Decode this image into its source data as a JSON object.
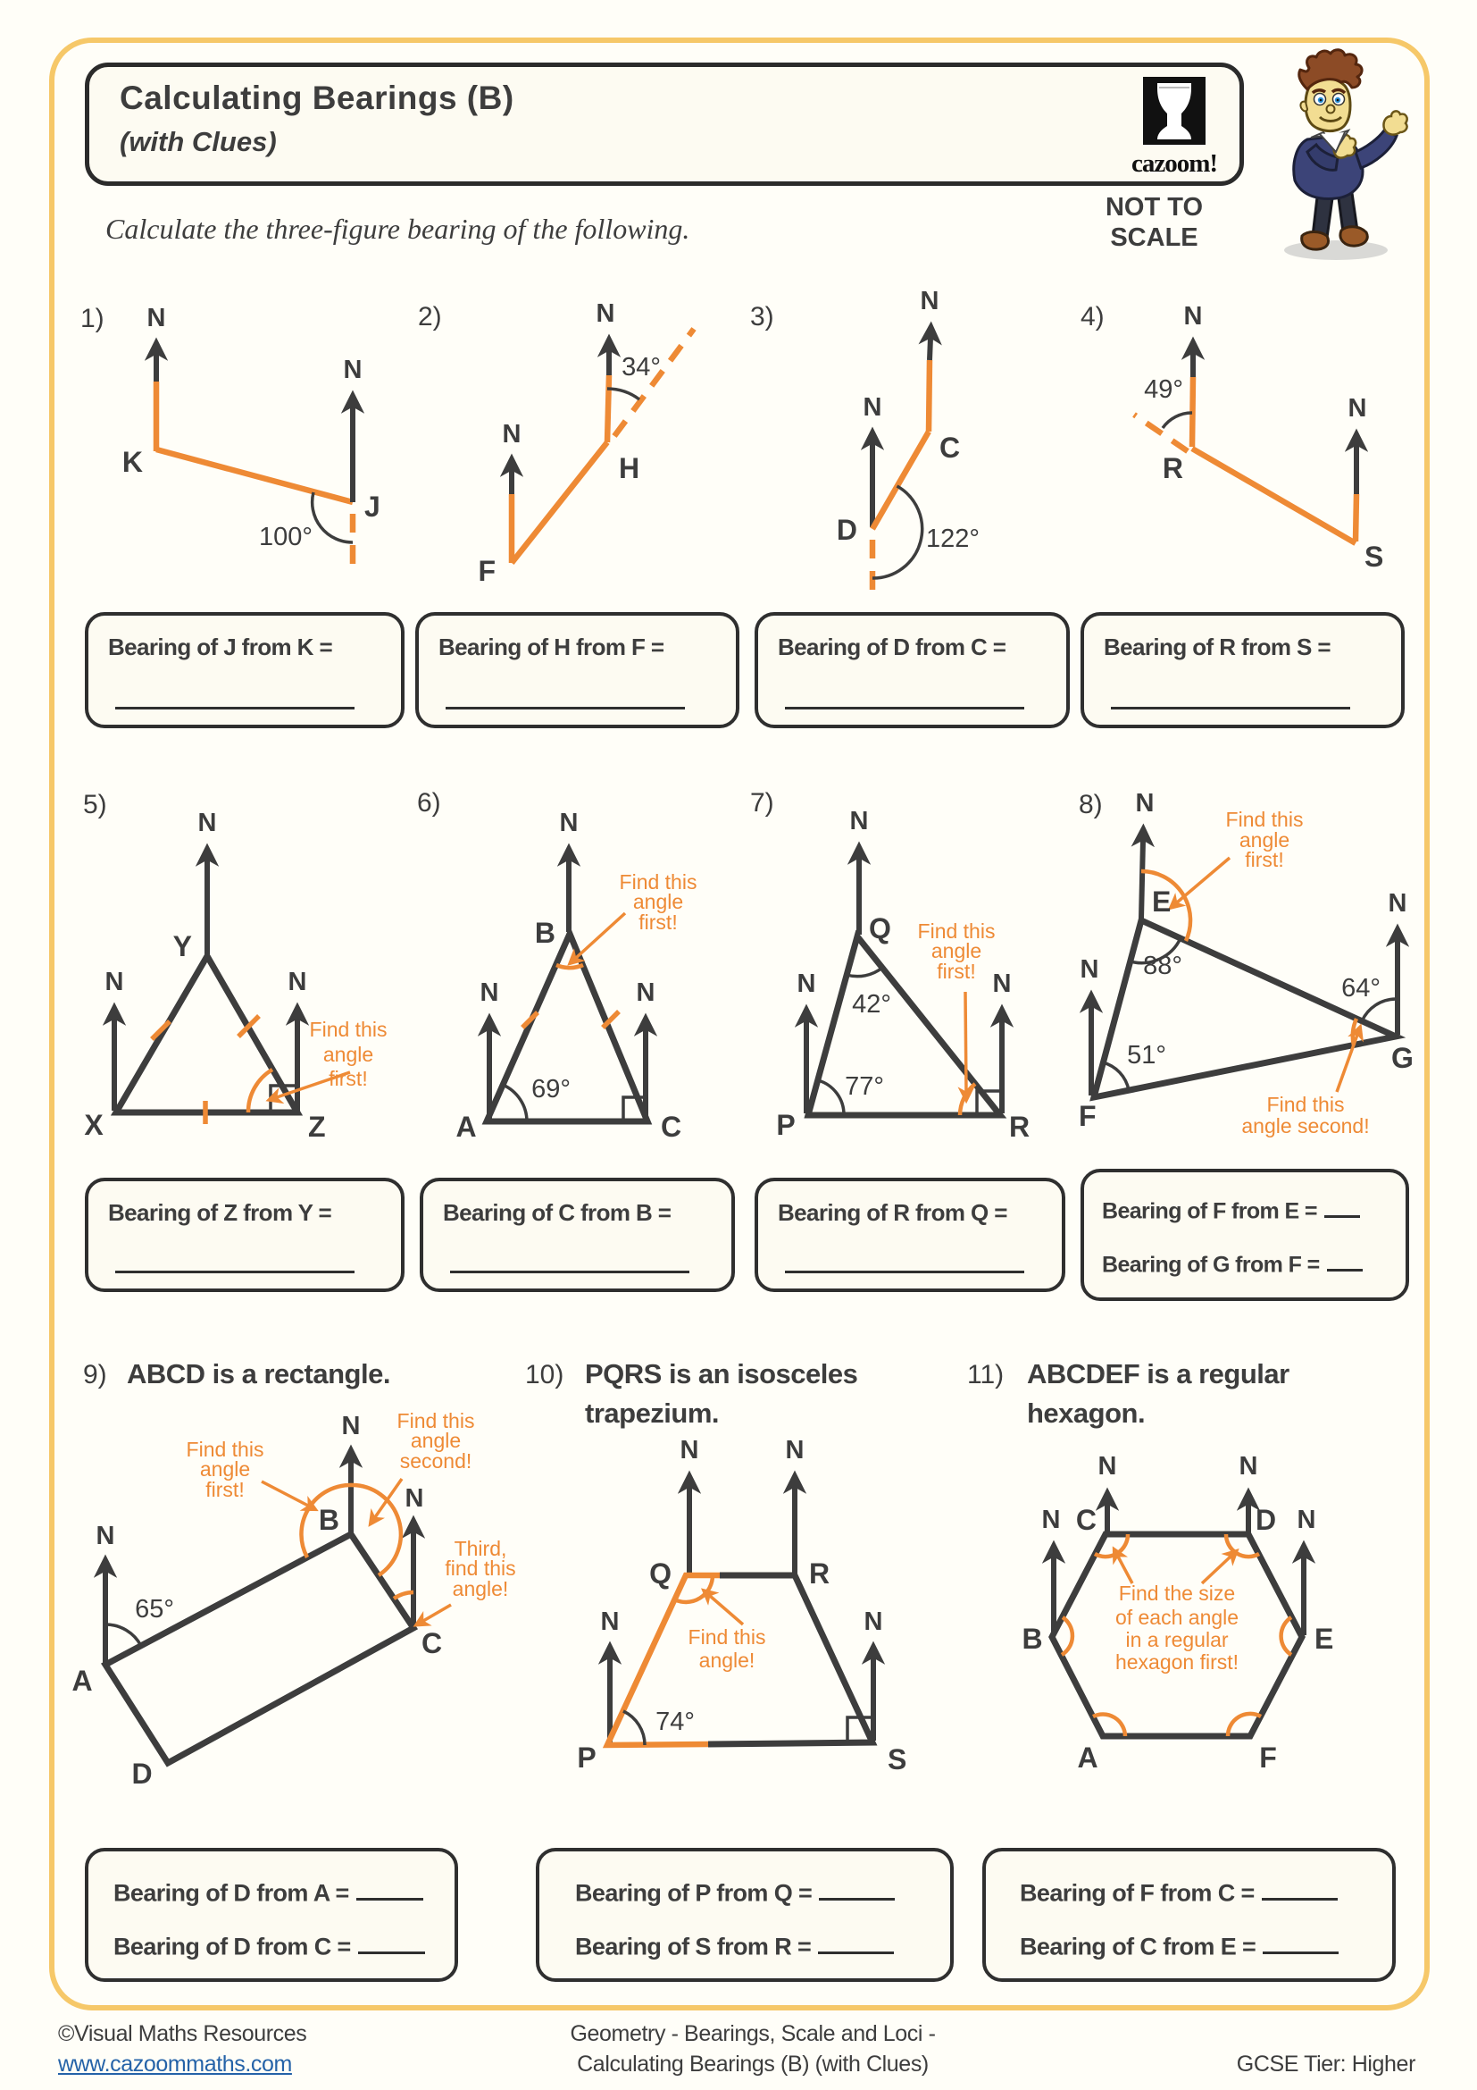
{
  "header": {
    "title": "Calculating Bearings (B)",
    "subtitle": "(with Clues)",
    "brand": "cazoom!",
    "not_to_scale_line1": "NOT TO",
    "not_to_scale_line2": "SCALE"
  },
  "instruction": "Calculate the three-figure bearing of the following.",
  "north": "N",
  "colors": {
    "orange": "#EE8A35",
    "ink": "#3d3d3d",
    "frame_yellow": "#F6C869",
    "link_blue": "#2563A8"
  },
  "problems": {
    "p1": {
      "num": "1)",
      "K": "K",
      "J": "J",
      "angle": "100°"
    },
    "p2": {
      "num": "2)",
      "F": "F",
      "H": "H",
      "angle": "34°"
    },
    "p3": {
      "num": "3)",
      "D": "D",
      "C": "C",
      "angle": "122°"
    },
    "p4": {
      "num": "4)",
      "R": "R",
      "S": "S",
      "angle": "49°"
    },
    "p5": {
      "num": "5)",
      "X": "X",
      "Y": "Y",
      "Z": "Z",
      "clue1": "Find this",
      "clue2": "angle",
      "clue3": "first!"
    },
    "p6": {
      "num": "6)",
      "A": "A",
      "B": "B",
      "C": "C",
      "angle": "69°",
      "clue1": "Find this",
      "clue2": "angle",
      "clue3": "first!"
    },
    "p7": {
      "num": "7)",
      "P": "P",
      "Q": "Q",
      "R": "R",
      "angle_q": "42°",
      "angle_p": "77°",
      "clue1": "Find this",
      "clue2": "angle",
      "clue3": "first!"
    },
    "p8": {
      "num": "8)",
      "E": "E",
      "F": "F",
      "G": "G",
      "angle_e": "88°",
      "angle_g": "64°",
      "angle_f": "51°",
      "clue1a": "Find this",
      "clue1b": "angle",
      "clue1c": "first!",
      "clue2a": "Find this",
      "clue2b": "angle second!"
    },
    "p9": {
      "num": "9)",
      "title": "ABCD is a rectangle.",
      "A": "A",
      "B": "B",
      "C": "C",
      "D": "D",
      "angle": "65°",
      "clue1a": "Find this",
      "clue1b": "angle",
      "clue1c": "first!",
      "clue2a": "Find this",
      "clue2b": "angle",
      "clue2c": "second!",
      "clue3a": "Third,",
      "clue3b": "find this",
      "clue3c": "angle!"
    },
    "p10": {
      "num": "10)",
      "title1": "PQRS is an isosceles",
      "title2": "trapezium.",
      "P": "P",
      "Q": "Q",
      "R": "R",
      "S": "S",
      "angle": "74°",
      "clue1": "Find this",
      "clue2": "angle!"
    },
    "p11": {
      "num": "11)",
      "title1": "ABCDEF is a regular",
      "title2": "hexagon.",
      "A": "A",
      "B": "B",
      "C": "C",
      "D": "D",
      "E": "E",
      "F": "F",
      "clue1": "Find the size",
      "clue2": "of each angle",
      "clue3": "in a regular",
      "clue4": "hexagon first!"
    }
  },
  "answers": {
    "a1": "Bearing of J from K =",
    "a2": "Bearing of H from F =",
    "a3": "Bearing of D from C =",
    "a4": "Bearing of R from S =",
    "a5": "Bearing of Z from Y =",
    "a6": "Bearing of C from B =",
    "a7": "Bearing of R from Q =",
    "a8_1": "Bearing of F from E =",
    "a8_2": "Bearing of G from F =",
    "a9_1": "Bearing of D from A =",
    "a9_2": "Bearing of D from C =",
    "a10_1": "Bearing of P from Q =",
    "a10_2": "Bearing of S from R =",
    "a11_1": "Bearing of F from C =",
    "a11_2": "Bearing of C from E ="
  },
  "footer": {
    "copyright": "©Visual Maths Resources",
    "website": "www.cazoommaths.com",
    "center1": "Geometry - Bearings, Scale and Loci -",
    "center2": "Calculating Bearings (B) (with Clues)",
    "tier": "GCSE Tier: Higher"
  }
}
